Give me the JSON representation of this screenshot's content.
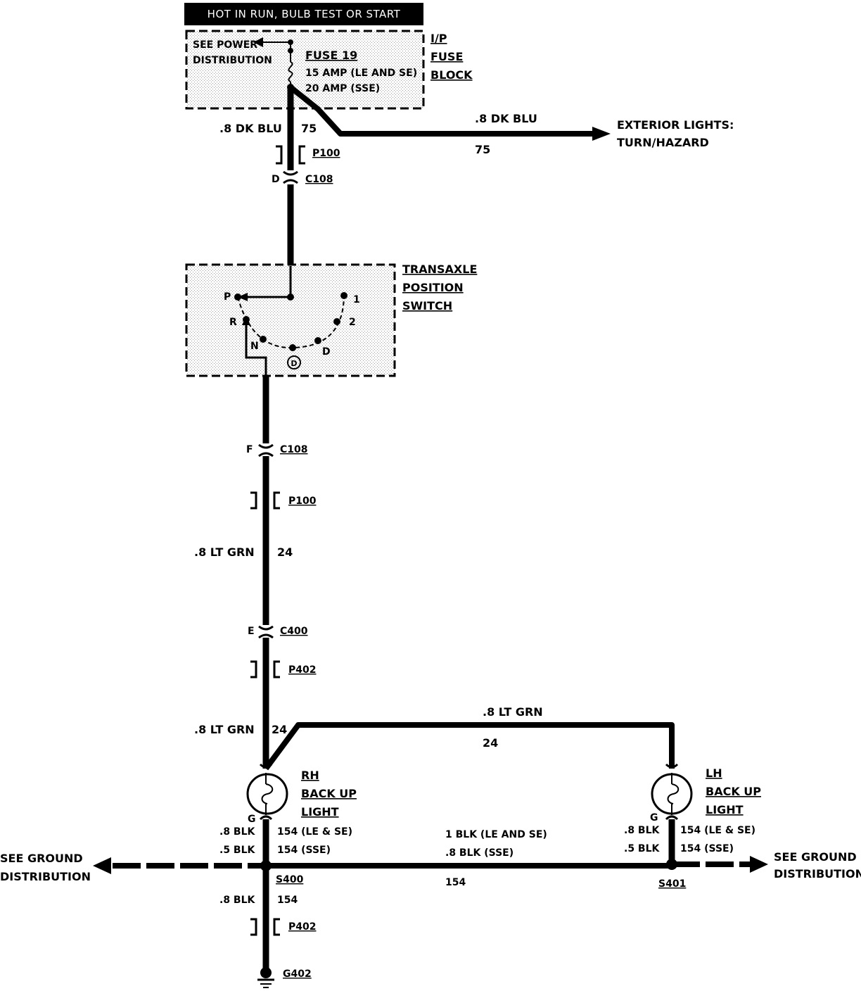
{
  "banner": "HOT IN RUN, BULB TEST OR START",
  "fuse_block": {
    "see_power_1": "SEE POWER",
    "see_power_2": "DISTRIBUTION",
    "fuse_name": "FUSE 19",
    "rating_1": "15 AMP (LE AND SE)",
    "rating_2": "20 AMP (SSE)",
    "label_1": "I/P",
    "label_2": "FUSE",
    "label_3": "BLOCK"
  },
  "wire_top": {
    "color": ".8 DK BLU",
    "circuit": "75"
  },
  "wire_branch": {
    "color": ".8 DK BLU",
    "circuit": "75"
  },
  "exterior": {
    "line_1": "EXTERIOR LIGHTS:",
    "line_2": "TURN/HAZARD"
  },
  "connectors": {
    "p100_top": "P100",
    "c108_top_pin": "D",
    "c108_top": "C108",
    "c108_bottom_pin": "F",
    "c108_bottom": "C108",
    "p100_bottom": "P100",
    "c400_pin": "E",
    "c400": "C400",
    "p402_mid": "P402",
    "p402_bottom": "P402"
  },
  "switch": {
    "label_1": "TRANSAXLE",
    "label_2": "POSITION",
    "label_3": "SWITCH",
    "pos_p": "P",
    "pos_r": "R",
    "pos_n": "N",
    "pos_d": "D",
    "pos_2": "2",
    "pos_1": "1",
    "pos_circled": "D"
  },
  "wire_mid": {
    "color": ".8 LT GRN",
    "circuit": "24"
  },
  "wire_low": {
    "color": ".8 LT GRN",
    "circuit": "24"
  },
  "wire_cross": {
    "color": ".8 LT GRN",
    "circuit": "24"
  },
  "rh_light": {
    "label_1": "RH",
    "label_2": "BACK UP",
    "label_3": "LIGHT",
    "pin": "G"
  },
  "lh_light": {
    "label_1": "LH",
    "label_2": "BACK UP",
    "label_3": "LIGHT",
    "pin": "G"
  },
  "rh_ground_wire": {
    "color_1": ".8 BLK",
    "circuit_1": "154 (LE & SE)",
    "color_2": ".5 BLK",
    "circuit_2": "154 (SSE)"
  },
  "lh_ground_wire": {
    "color_1": ".8 BLK",
    "circuit_1": "154 (LE & SE)",
    "color_2": ".5 BLK",
    "circuit_2": "154 (SSE)"
  },
  "ground_bus": {
    "color_1": "1 BLK (LE AND SE)",
    "color_2": ".8 BLK (SSE)",
    "circuit": "154"
  },
  "see_ground_left": {
    "line_1": "SEE GROUND",
    "line_2": "DISTRIBUTION"
  },
  "see_ground_right": {
    "line_1": "SEE GROUND",
    "line_2": "DISTRIBUTION"
  },
  "splices": {
    "s400": "S400",
    "s401": "S401"
  },
  "ground_lead": {
    "color": ".8 BLK",
    "circuit": "154"
  },
  "ground_point": "G402"
}
